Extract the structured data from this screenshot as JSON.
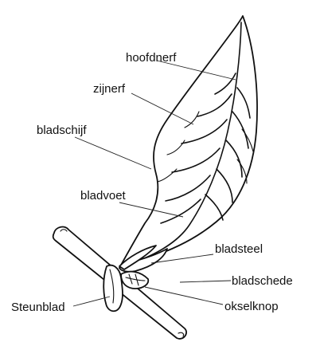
{
  "labels": {
    "hoofdnerf": "hoofdnerf",
    "zijnerf": "zijnerf",
    "bladschijf": "bladschijf",
    "bladvoet": "bladvoet",
    "bladsteel": "bladsteel",
    "bladschede": "bladschede",
    "steunblad": "Steunblad",
    "okselknop": "okselknop"
  }
}
